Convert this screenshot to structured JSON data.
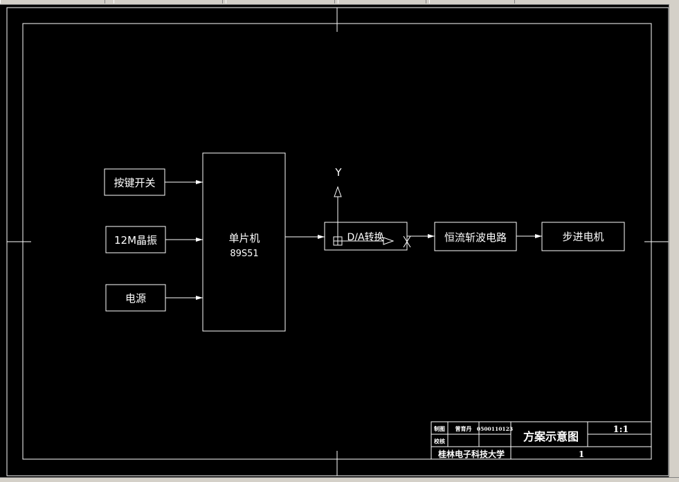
{
  "colors": {
    "canvas": "#000000",
    "lines": "#ffffff"
  },
  "blocks": {
    "key_switch": "按键开关",
    "crystal": "12M晶振",
    "power": "电源",
    "mcu_name": "单片机",
    "mcu_model": "89S51",
    "da_converter": "D/A转换",
    "chopper": "恒流斩波电路",
    "stepper": "步进电机"
  },
  "axis_label": "Y",
  "title_block": {
    "row1_col1": "制图",
    "row1_col2": "曾育丹",
    "row1_col3": "0500110123",
    "row2_col1": "校核",
    "drawing_title": "方案示意图",
    "scale": "1:1",
    "school": "桂林电子科技大学",
    "sheet": "1"
  }
}
